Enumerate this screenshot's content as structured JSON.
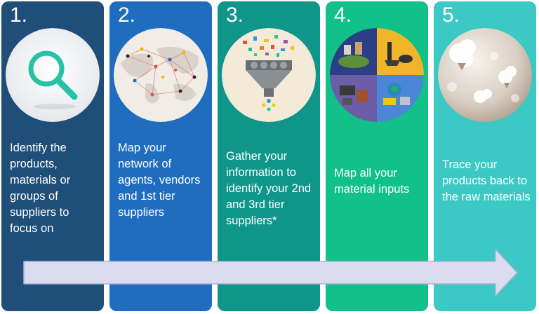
{
  "steps": [
    {
      "number": "1.",
      "text": "Identify the products, materials or groups of suppliers to focus on",
      "color": "#1f4e79",
      "icon": "magnifier-icon"
    },
    {
      "number": "2.",
      "text": "Map your network of agents, vendors and 1st tier suppliers",
      "color": "#1f6dbf",
      "icon": "network-map-icon"
    },
    {
      "number": "3.",
      "text": "Gather your information to identify your 2nd and 3rd tier suppliers*",
      "color": "#0f958a",
      "icon": "data-funnel-icon"
    },
    {
      "number": "4.",
      "text": "Map all your material inputs",
      "color": "#12c08a",
      "icon": "material-inputs-icon"
    },
    {
      "number": "5.",
      "text": "Trace your products back to the raw materials",
      "color": "#3cc9c5",
      "icon": "cotton-plant-icon"
    }
  ],
  "arrow_color": "#dcdcf0"
}
